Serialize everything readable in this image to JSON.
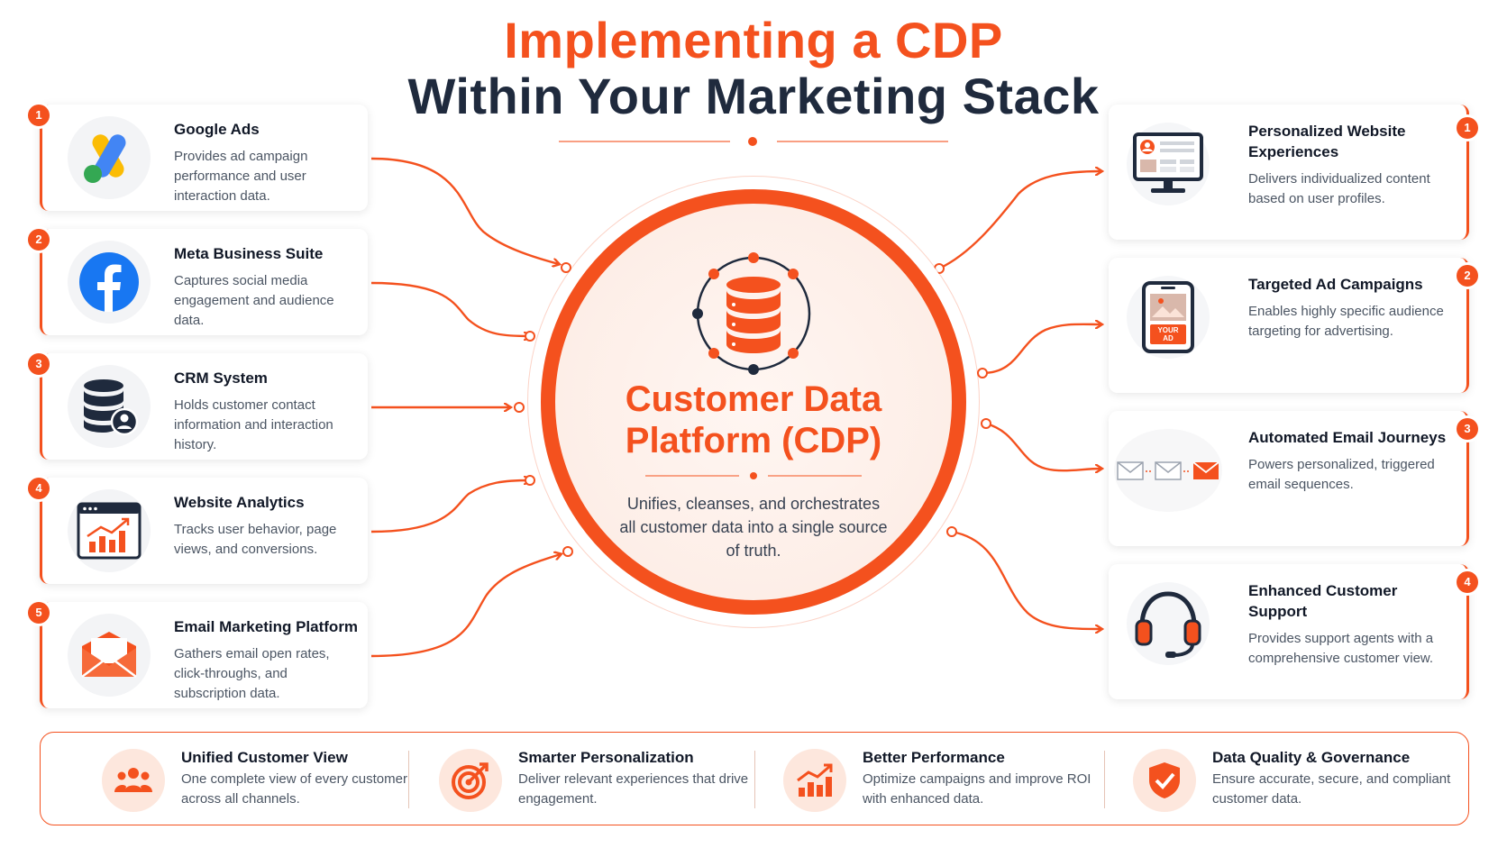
{
  "title": {
    "line1": "Implementing a CDP",
    "line2": "Within Your Marketing Stack"
  },
  "sources": [
    {
      "number": "1",
      "title": "Google Ads",
      "description": "Provides ad campaign performance and user interaction data.",
      "icon": "google-ads-logo-icon"
    },
    {
      "number": "2",
      "title": "Meta Business Suite",
      "description": "Captures social media engagement and audience data.",
      "icon": "facebook-logo-icon"
    },
    {
      "number": "3",
      "title": "CRM System",
      "description": "Holds customer contact information and interaction history.",
      "icon": "database-user-icon"
    },
    {
      "number": "4",
      "title": "Website Analytics",
      "description": "Tracks user behavior, page views, and conversions.",
      "icon": "analytics-chart-icon"
    },
    {
      "number": "5",
      "title": "Email Marketing Platform",
      "description": "Gathers email open rates, click-throughs, and subscription data.",
      "icon": "envelope-icon"
    }
  ],
  "cdp": {
    "title_line1": "Customer Data",
    "title_line2": "Platform (CDP)",
    "description": "Unifies, cleanses, and orchestrates all customer data into a single source of truth.",
    "icon": "database-network-icon"
  },
  "outputs": [
    {
      "number": "1",
      "title": "Personalized Website Experiences",
      "description": "Delivers individualized content based on user profiles.",
      "icon": "monitor-profile-icon"
    },
    {
      "number": "2",
      "title": "Targeted Ad Campaigns",
      "description": "Enables highly specific audience targeting for advertising.",
      "icon": "phone-ad-icon",
      "icon_text": "YOUR AD"
    },
    {
      "number": "3",
      "title": "Automated Email Journeys",
      "description": "Powers personalized, triggered email sequences.",
      "icon": "email-sequence-icon"
    },
    {
      "number": "4",
      "title": "Enhanced Customer Support",
      "description": "Provides support agents with a comprehensive customer view.",
      "icon": "headset-icon"
    }
  ],
  "benefits": [
    {
      "title": "Unified Customer View",
      "description": "One complete view of every customer across all channels.",
      "icon": "users-group-icon"
    },
    {
      "title": "Smarter Personalization",
      "description": "Deliver relevant experiences that drive engagement.",
      "icon": "target-arrow-icon"
    },
    {
      "title": "Better Performance",
      "description": "Optimize campaigns and improve ROI with enhanced data.",
      "icon": "growth-chart-icon"
    },
    {
      "title": "Data Quality & Governance",
      "description": "Ensure accurate, secure, and compliant customer data.",
      "icon": "shield-check-icon"
    }
  ],
  "colors": {
    "accent": "#f4511e",
    "title_dark": "#1f2a3d",
    "text": "#111827",
    "muted": "#4b5563"
  }
}
